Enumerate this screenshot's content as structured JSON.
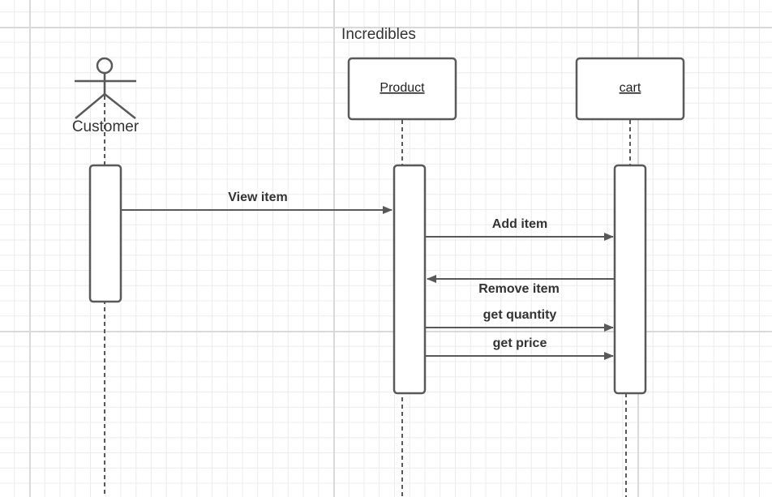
{
  "diagram": {
    "title": "Incredibles",
    "actor": {
      "label": "Customer"
    },
    "objects": [
      {
        "label": "Product"
      },
      {
        "label": "cart"
      }
    ],
    "messages": [
      {
        "label": "View item"
      },
      {
        "label": "Add item"
      },
      {
        "label": "Remove item"
      },
      {
        "label": "get quantity"
      },
      {
        "label": "get price"
      }
    ]
  },
  "colors": {
    "stroke": "#595959",
    "text": "#333333",
    "grid_major": "#d9d9d9",
    "grid_minor": "#ececec",
    "background": "#ffffff"
  }
}
